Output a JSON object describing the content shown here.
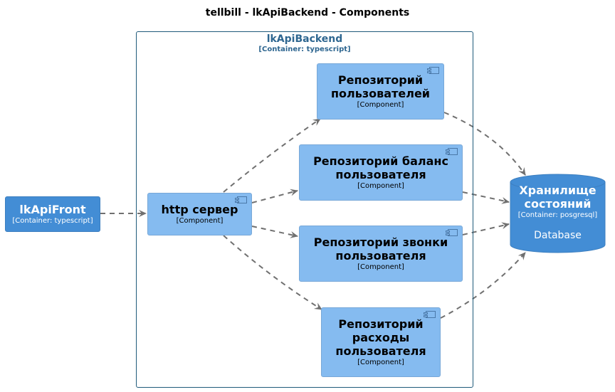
{
  "diagram": {
    "title": "tellbill - lkApiBackend - Components",
    "boundary": {
      "name": "lkApiBackend",
      "type": "[Container: typescript]"
    },
    "nodes": {
      "front": {
        "name": "lkApiFront",
        "type": "[Container: typescript]"
      },
      "http": {
        "name": "http сервер",
        "type": "[Component]"
      },
      "users_repo": {
        "name_line1": "Репозиторий",
        "name_line2": "пользователей",
        "type": "[Component]"
      },
      "balance_repo": {
        "name_line1": "Репозиторий баланс",
        "name_line2": "пользователя",
        "type": "[Component]"
      },
      "calls_repo": {
        "name_line1": "Репозиторий звонки",
        "name_line2": "пользователя",
        "type": "[Component]"
      },
      "expenses_repo": {
        "name_line1": "Репозиторий",
        "name_line2": "расходы",
        "name_line3": "пользователя",
        "type": "[Component]"
      },
      "storage": {
        "name_line1": "Хранилище",
        "name_line2": "состояний",
        "type": "[Container: posgresql]",
        "tech": "Database"
      }
    },
    "colors": {
      "container": "#438dd5",
      "component": "#85bbf0",
      "boundary": "#1f5a7a",
      "edge": "#707070"
    }
  }
}
